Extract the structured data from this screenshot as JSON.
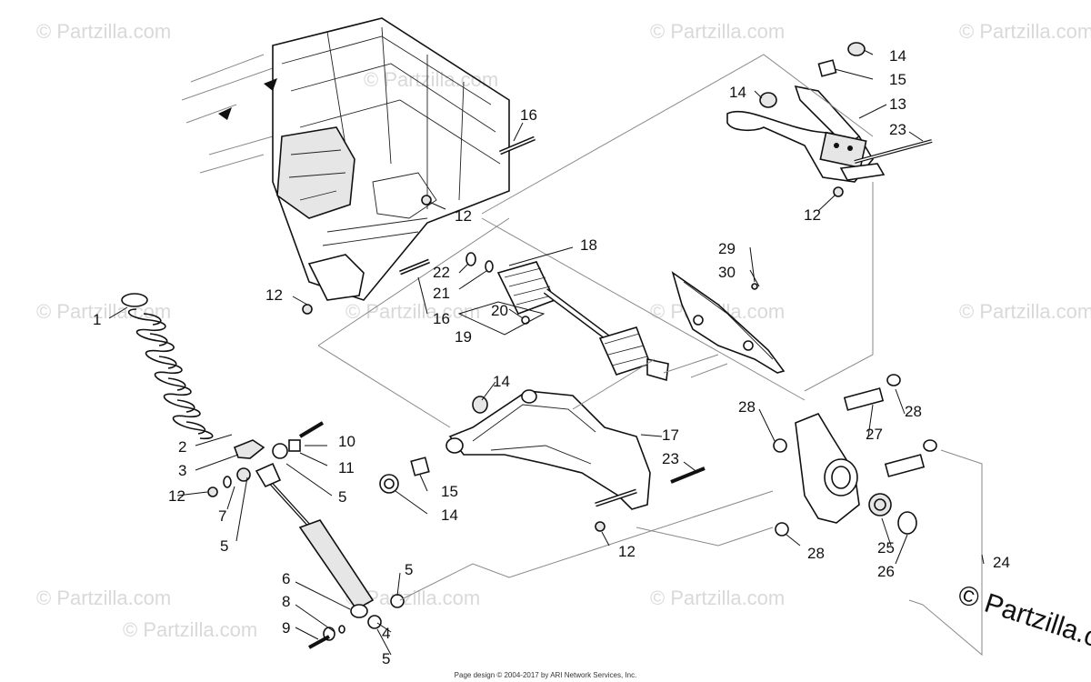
{
  "watermarks": [
    "© Partzilla.com",
    "© Partzilla.com",
    "© Partzilla.com",
    "© Partzilla.com",
    "© Partzilla.com",
    "© Partzilla.com",
    "© Partzilla.com",
    "© Partzilla.com",
    "© Partzilla.com",
    "© Partzilla.com",
    "© Partzilla.com",
    "© Partzilla.com"
  ],
  "watermark_bottom_right": "© Partzilla.com",
  "footer": "Page design © 2004-2017 by ARI Network Services, Inc.",
  "callouts": {
    "c1": "1",
    "c2": "2",
    "c3": "3",
    "c4": "4",
    "c5a": "5",
    "c5b": "5",
    "c5c": "5",
    "c5d": "5",
    "c6": "6",
    "c7": "7",
    "c8": "8",
    "c9": "9",
    "c10": "10",
    "c11": "11",
    "c12a": "12",
    "c12b": "12",
    "c12c": "12",
    "c12d": "12",
    "c12e": "12",
    "c13": "13",
    "c14a": "14",
    "c14b": "14",
    "c14c": "14",
    "c14d": "14",
    "c15a": "15",
    "c15b": "15",
    "c16a": "16",
    "c16b": "16",
    "c17": "17",
    "c18": "18",
    "c19": "19",
    "c20": "20",
    "c21": "21",
    "c22": "22",
    "c23a": "23",
    "c23b": "23",
    "c24": "24",
    "c25": "25",
    "c26": "26",
    "c27": "27",
    "c28a": "28",
    "c28b": "28",
    "c28c": "28",
    "c29": "29",
    "c30": "30"
  }
}
